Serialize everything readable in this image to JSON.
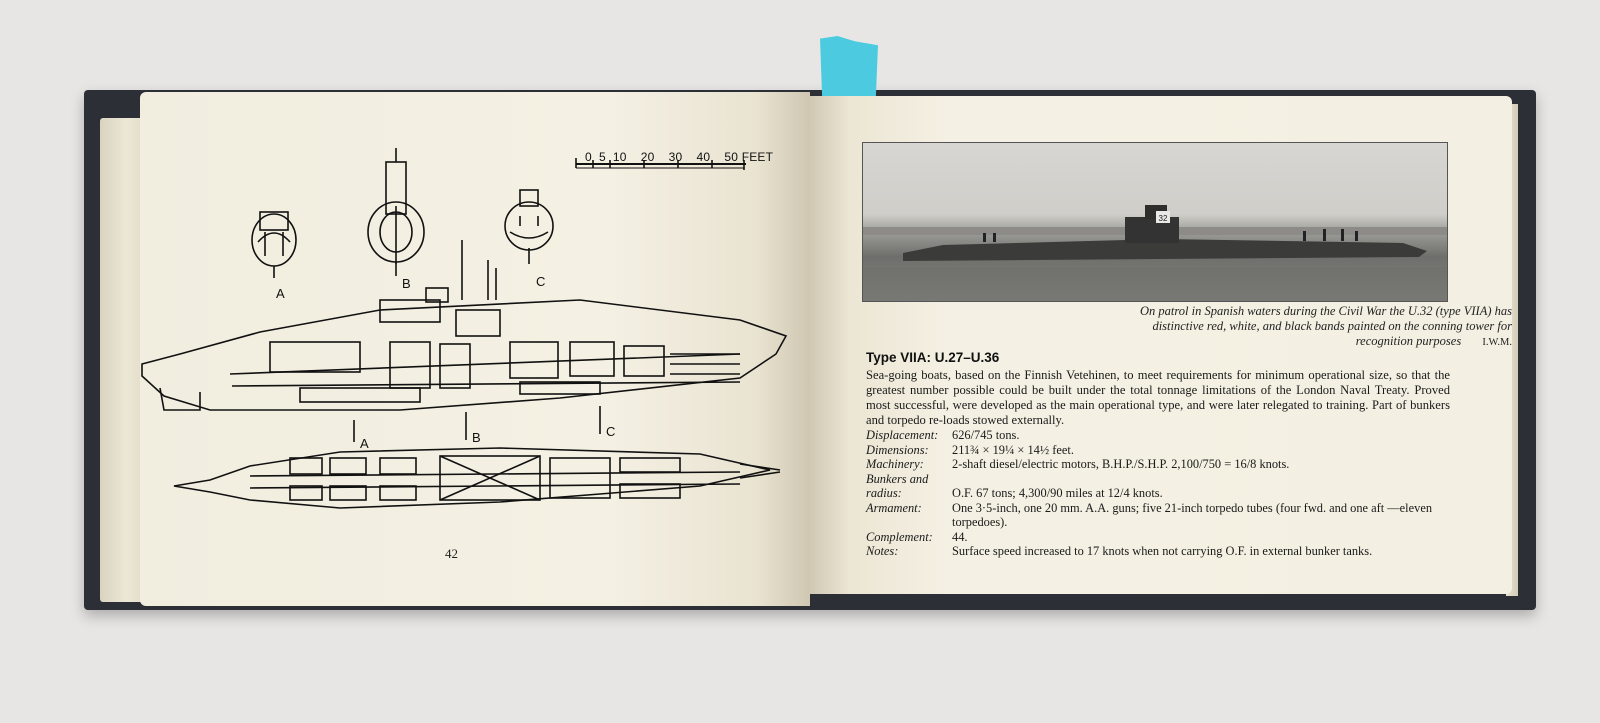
{
  "left_page": {
    "scale_bar": {
      "label": "0  5  10    20    30    40    50 FEET"
    },
    "section_labels": [
      "A",
      "B",
      "C"
    ],
    "page_number": "42"
  },
  "right_page": {
    "photo": {
      "hull_number": "32"
    },
    "caption": {
      "text": "On patrol in Spanish waters during the Civil War the U.32 (type VIIA) has distinctive red, white, and black bands painted on the conning tower for recognition purposes",
      "credit": "I.W.M."
    },
    "heading": "Type VIIA: U.27–U.36",
    "description": "Sea-going boats, based on the Finnish Vetehinen, to meet requirements for minimum operational size, so that the greatest number possible could be built under the total tonnage limitations of the London Naval Treaty. Proved most successful, were developed as the main operational type, and were later relegated to training. Part of bunkers and torpedo re-loads stowed externally.",
    "specs": [
      {
        "key": "Displacement:",
        "value": "626/745 tons."
      },
      {
        "key": "Dimensions:",
        "value": "211¾ × 19¼ × 14½ feet."
      },
      {
        "key": "Machinery:",
        "value": "2-shaft diesel/electric motors, B.H.P./S.H.P. 2,100/750 = 16/8 knots."
      },
      {
        "key": "Bunkers and",
        "value": ""
      },
      {
        "key": "radius:",
        "value": "O.F. 67 tons; 4,300/90 miles at 12/4 knots."
      },
      {
        "key": "Armament:",
        "value": "One 3·5-inch, one 20 mm. A.A. guns; five 21-inch torpedo tubes (four fwd. and one aft —eleven torpedoes)."
      },
      {
        "key": "Complement:",
        "value": "44."
      },
      {
        "key": "Notes:",
        "value": "Surface speed increased to 17 knots when not carrying O.F. in external bunker tanks."
      }
    ]
  },
  "colors": {
    "cover": "#2c2f36",
    "bookmark": "#4ccbe0",
    "paper": "#f3efe1",
    "background": "#e8e6e5"
  }
}
